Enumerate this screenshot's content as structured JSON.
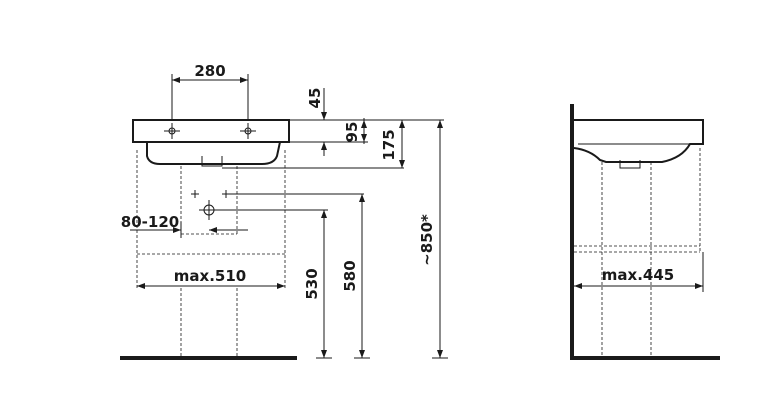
{
  "dimensions": {
    "tap_spacing": "280",
    "rim_to_tap": "45",
    "rim_height": "95",
    "total_depth": "175",
    "drain_offset": "80-120",
    "max_width": "max.510",
    "outlet_height_low": "530",
    "outlet_height_high": "580",
    "overall_height": "~850*",
    "side_max_depth": "max.445"
  }
}
